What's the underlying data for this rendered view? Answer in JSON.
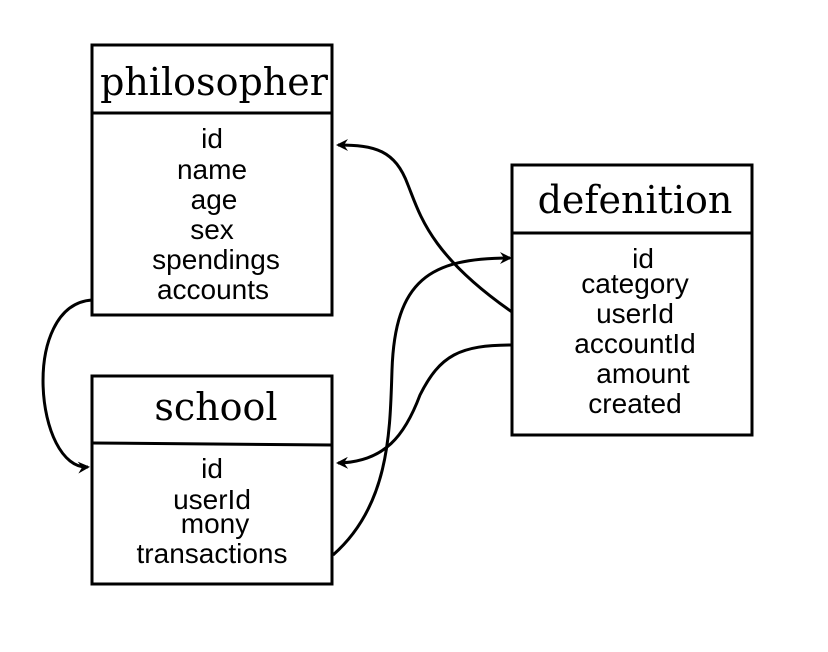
{
  "entities": [
    {
      "id": "philosopher",
      "title": "philosopher",
      "fields": [
        "id",
        "name",
        "age",
        "sex",
        "spendings",
        "accounts"
      ]
    },
    {
      "id": "school",
      "title": "school",
      "fields": [
        "id",
        "userId",
        "mony",
        "transactions"
      ]
    },
    {
      "id": "defenition",
      "title": "defenition",
      "fields": [
        "id",
        "category",
        "userId",
        "accountId",
        "amount",
        "created"
      ]
    }
  ],
  "relations": [
    {
      "from": "philosopher.accounts",
      "to": "school.id"
    },
    {
      "from": "defenition.userId",
      "to": "philosopher.id"
    },
    {
      "from": "defenition.accountId",
      "to": "school.id"
    },
    {
      "from": "school.transactions",
      "to": "defenition.id"
    }
  ],
  "colors": {
    "stroke": "#000000",
    "fill": "#ffffff"
  }
}
